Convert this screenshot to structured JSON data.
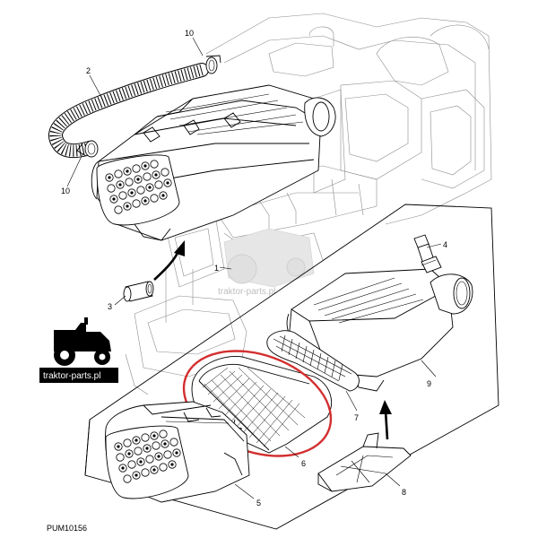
{
  "figure_code": "PUM10156",
  "watermark_text": "traktor-parts.pl",
  "logo_text": "traktor-parts.pl",
  "callouts": [
    {
      "id": "c1",
      "label": "1"
    },
    {
      "id": "c2",
      "label": "2"
    },
    {
      "id": "c3",
      "label": "3"
    },
    {
      "id": "c4",
      "label": "4"
    },
    {
      "id": "c5",
      "label": "5"
    },
    {
      "id": "c6",
      "label": "6"
    },
    {
      "id": "c7",
      "label": "7"
    },
    {
      "id": "c8",
      "label": "8"
    },
    {
      "id": "c9",
      "label": "9"
    },
    {
      "id": "c10a",
      "label": "10"
    },
    {
      "id": "c10b",
      "label": "10"
    }
  ],
  "colors": {
    "line": "#000000",
    "ghost_line": "#8c8c8c",
    "highlight": "#d32f2f",
    "watermark": "#bdbdbd",
    "logo_bg": "#000000"
  }
}
